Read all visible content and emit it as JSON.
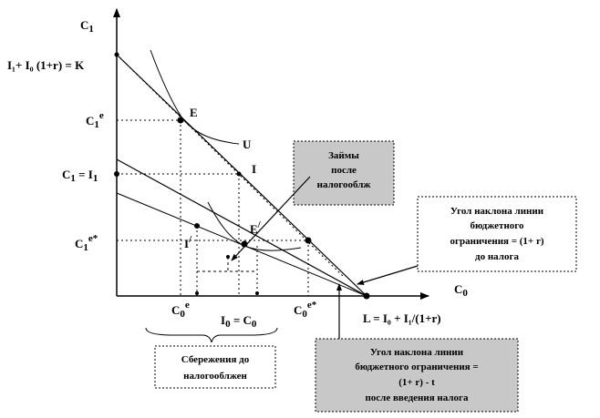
{
  "axes": {
    "y_label": "C",
    "y_sub": "1",
    "x_label": "C",
    "x_sub": "0"
  },
  "labels": {
    "k_intercept": "I₁+ I₀ (1+r) = K",
    "c1e": "C",
    "c1e_sub": "1",
    "c1e_sup": "e",
    "c1_eq_i1": "C",
    "c1_eq_i1_sub": "1",
    "c1_eq_i1_rest": " = I",
    "c1_eq_i1_rest_sub": "1",
    "c1e_star": "C",
    "c1e_star_sub": "1",
    "c1e_star_sup": "e*",
    "point_E": "E",
    "curve_U": "U",
    "point_I": "I",
    "point_E_prime": "E",
    "prime": "/",
    "point_I_prime": "I",
    "c0e": "C",
    "c0e_sub": "0",
    "c0e_sup": "e",
    "i0_eq_c0": "I",
    "i0_eq_c0_sub": "0",
    "i0_eq_c0_rest": " = C",
    "i0_eq_c0_rest_sub": "0",
    "c0e_star": "C",
    "c0e_star_sub": "0",
    "c0e_star_sup": "e*",
    "l_intercept": "L = I₀ + I₁/(1+r)"
  },
  "callouts": {
    "loans": [
      "Займы",
      "после",
      "налогооблж"
    ],
    "slope_before": [
      "Угол наклона линии",
      "бюджетного",
      "ограничения = (1+ r)",
      "до налога"
    ],
    "savings": [
      "Сбережения до",
      "налогооблжен"
    ],
    "slope_after": [
      "Угол наклона линии",
      "бюджетного ограничения =",
      "(1+ r) - t",
      "после введения налога"
    ]
  },
  "colors": {
    "callout_fill": "#c8c8c8",
    "line": "#000000"
  }
}
